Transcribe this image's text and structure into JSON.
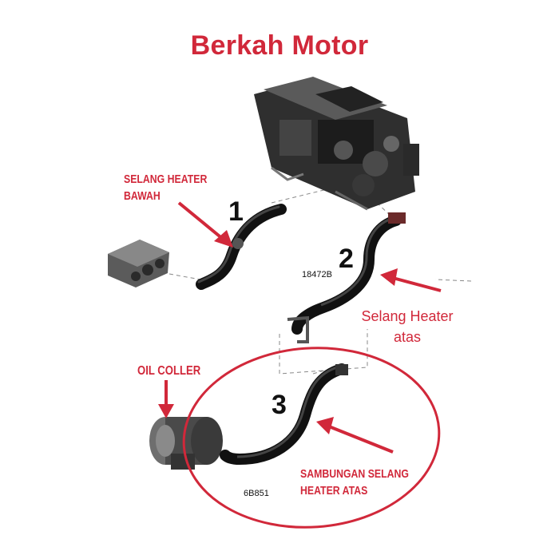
{
  "title": "Berkah Motor",
  "labels": {
    "lower_hose_line1": "SELANG HEATER",
    "lower_hose_line2": "BAWAH",
    "upper_hose_line1": "Selang Heater",
    "upper_hose_line2": "atas",
    "oil_cooler": "OIL COLLER",
    "connector_line1": "SAMBUNGAN SELANG",
    "connector_line2": "HEATER ATAS"
  },
  "numbers": {
    "n1": "1",
    "n2": "2",
    "n3": "3"
  },
  "part_codes": {
    "upper": "18472B",
    "connector": "6B851"
  },
  "colors": {
    "accent_red": "#d1283a",
    "hose_black": "#111111",
    "engine_gray": "#3a3a3a"
  }
}
